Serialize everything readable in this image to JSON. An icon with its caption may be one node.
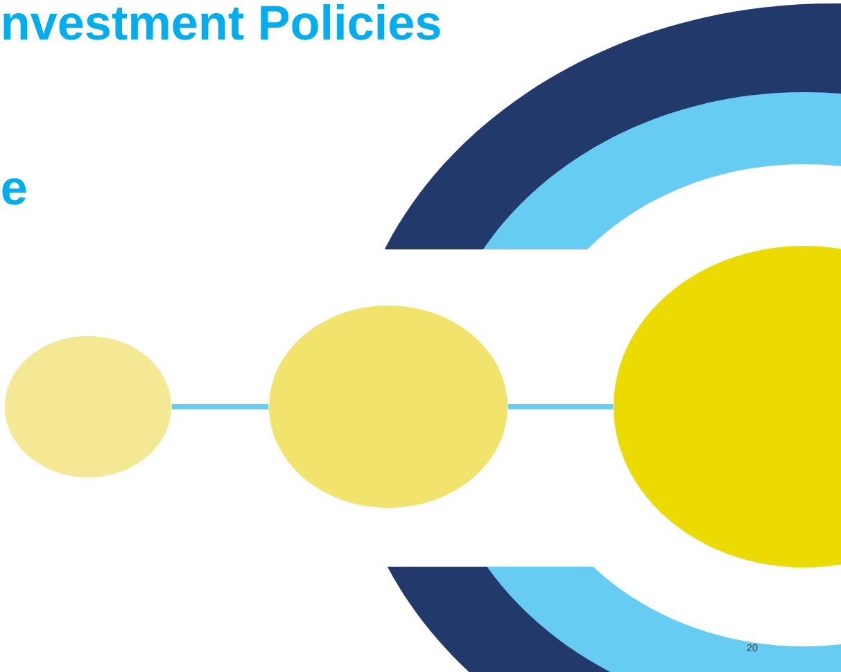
{
  "diagram": {
    "title": "nvestment Policies",
    "nodes": [
      {
        "text": [],
        "shape": "circle"
      },
      {
        "text": [],
        "shape": "circle"
      },
      {
        "text": [],
        "shape": "circle"
      }
    ],
    "edges": [
      {
        "from": 0,
        "to": 1,
        "arrow": "none"
      },
      {
        "from": 1,
        "to": 2,
        "arrow": "none"
      }
    ],
    "labels": [
      "e",
      "20"
    ]
  }
}
